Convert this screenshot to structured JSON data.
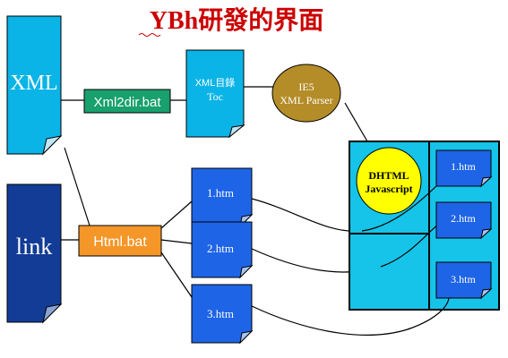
{
  "title": "YBh研發的界面",
  "colors": {
    "title": "#cc0000",
    "doc_cyan": "#0ab4e6",
    "doc_dark_blue": "#123c96",
    "doc_blue": "#1e64e6",
    "green": "#18a06e",
    "orange": "#f59628",
    "ellipse": "#b48c28",
    "panel": "#15c4e8",
    "yellow": "#ffff00",
    "line": "#000000"
  },
  "nodes": {
    "xml": "XML",
    "link": "link",
    "xml2dir": "Xml2dir.bat",
    "html_bat": "Html.bat",
    "toc_line1": "XML目錄",
    "toc_line2": "Toc",
    "parser_line1": "IE5",
    "parser_line2": "XML Parser",
    "page1": "1.htm",
    "page2": "2.htm",
    "page3": "3.htm",
    "dhtml_line1": "DHTML",
    "dhtml_line2": "Javascript",
    "frame_page1": "1.htm",
    "frame_page2": "2.htm",
    "frame_page3": "3.htm"
  }
}
